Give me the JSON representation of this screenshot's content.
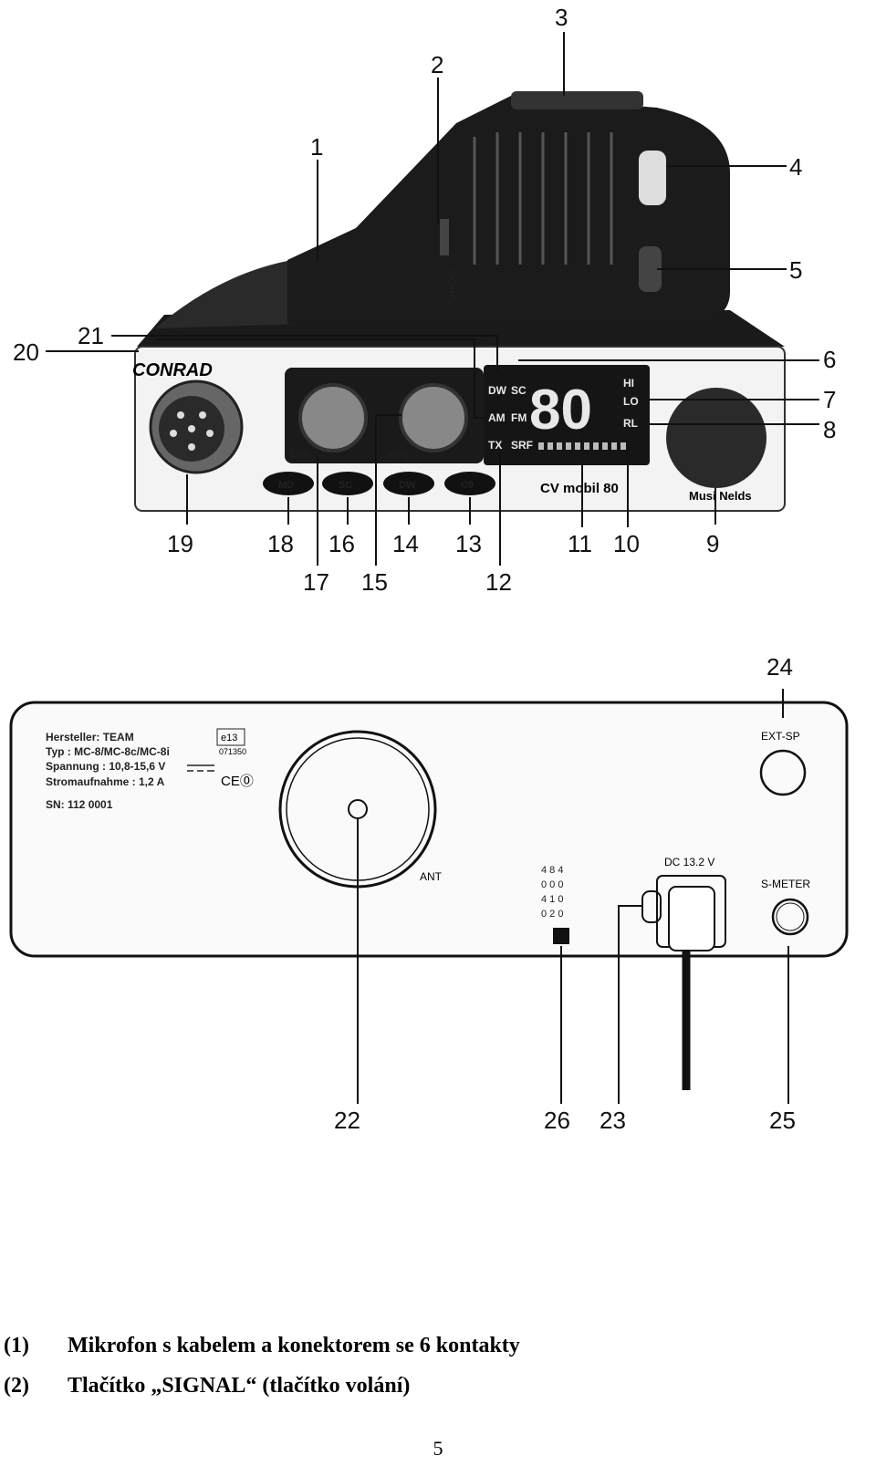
{
  "front_figure": {
    "brand": "CONRAD",
    "model": "CV mobil 80",
    "speaker_label": "Musi Nelds",
    "mic_label": "SIGNAL",
    "display_digits": "80",
    "display_flags": [
      "DW",
      "SC",
      "AM",
      "FM",
      "TX",
      "SRF",
      "HI",
      "LO",
      "RL"
    ],
    "knob_labels": [
      "OFF",
      "ASQ"
    ],
    "buttons": [
      "MD",
      "SC",
      "DW",
      "C9"
    ],
    "callouts": [
      "1",
      "2",
      "3",
      "4",
      "5",
      "6",
      "7",
      "8",
      "9",
      "10",
      "11",
      "12",
      "13",
      "14",
      "15",
      "16",
      "17",
      "18",
      "19",
      "20",
      "21"
    ]
  },
  "rear_figure": {
    "label_lines": [
      "Hersteller: TEAM",
      "Typ : MC-8/MC-8c/MC-8i",
      "Spannung : 10,8-15,6 V",
      "Stromaufnahme : 1,2 A",
      "SN: 112    0001"
    ],
    "approval": "e13",
    "approval_number": "071350",
    "ce_mark": "CE⓪",
    "ant_label": "ANT",
    "dc_label": "DC 13.2 V",
    "ext_sp_label": "EXT-SP",
    "s_meter_label": "S-METER",
    "dip_rows": [
      "4 8 4",
      "0 0 0",
      "4 1 0",
      "0 2 0"
    ],
    "callouts": [
      "22",
      "23",
      "24",
      "25",
      "26"
    ]
  },
  "captions": [
    {
      "num": "(1)",
      "text": "Mikrofon s kabelem a konektorem se 6 kontakty"
    },
    {
      "num": "(2)",
      "text": "Tlačítko „SIGNAL“ (tlačítko volání)"
    }
  ],
  "page_number": "5"
}
